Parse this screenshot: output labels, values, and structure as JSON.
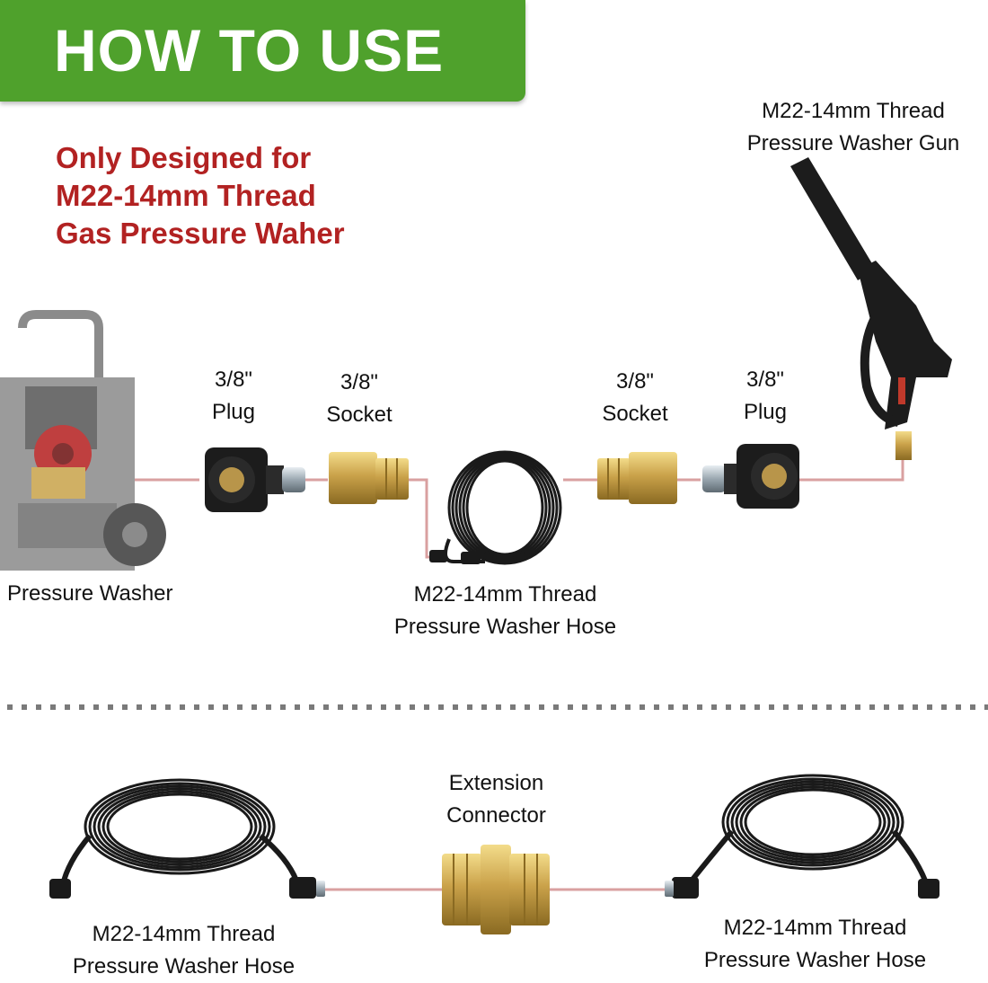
{
  "banner": {
    "title": "HOW TO USE"
  },
  "note": {
    "line1": "Only Designed for",
    "line2": "M22-14mm Thread",
    "line3": "Gas Pressure Waher"
  },
  "gun_label": {
    "line1": "M22-14mm Thread",
    "line2": "Pressure Washer Gun"
  },
  "washer_label": "Pressure Washer",
  "plug_left": {
    "line1": "3/8\"",
    "line2": "Plug"
  },
  "socket_left": {
    "line1": "3/8\"",
    "line2": "Socket"
  },
  "socket_right": {
    "line1": "3/8\"",
    "line2": "Socket"
  },
  "plug_right": {
    "line1": "3/8\"",
    "line2": "Plug"
  },
  "hose_label": {
    "line1": "M22-14mm Thread",
    "line2": "Pressure Washer Hose"
  },
  "extension_label": {
    "line1": "Extension",
    "line2": "Connector"
  },
  "bottom_hose_left": {
    "line1": "M22-14mm Thread",
    "line2": "Pressure Washer Hose"
  },
  "bottom_hose_right": {
    "line1": "M22-14mm Thread",
    "line2": "Pressure Washer Hose"
  },
  "colors": {
    "banner_green": "#4fa12c",
    "note_red": "#b22222",
    "connector_line": "#d9a0a0",
    "brass": "#c9a44a",
    "black_part": "#1c1c1c"
  }
}
